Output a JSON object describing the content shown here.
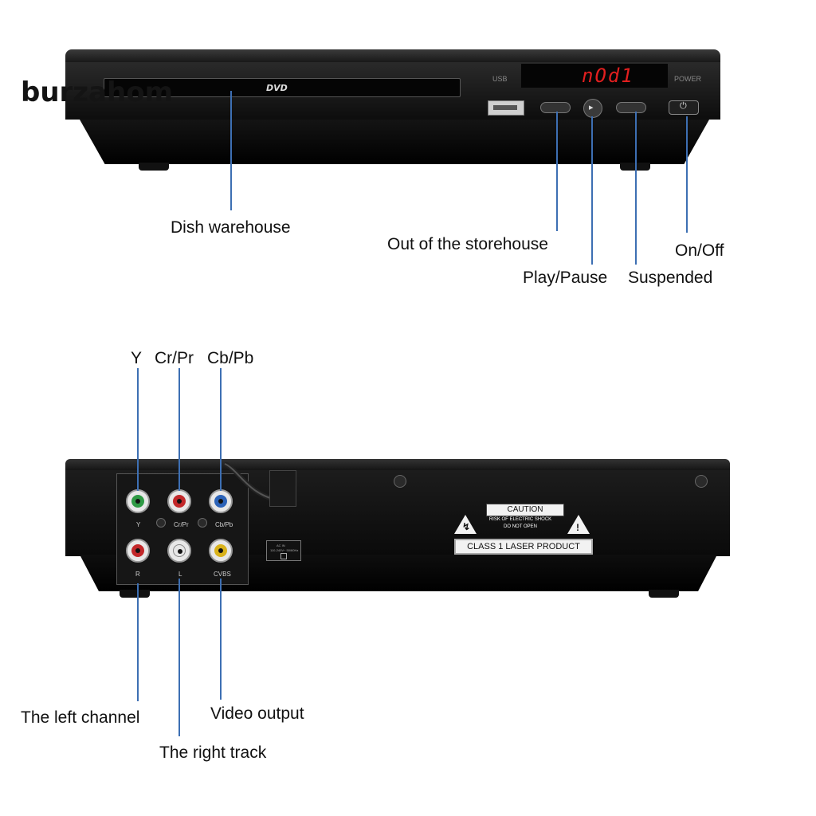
{
  "brand": "burzahom",
  "front": {
    "disc_logo": "DVD",
    "usb_label": "USB",
    "display_readout": "nOd1",
    "power_label": "POWER",
    "labels": {
      "dish_warehouse": "Dish warehouse",
      "out_of_storehouse": "Out of the storehouse",
      "play_pause": "Play/Pause",
      "suspended": "Suspended",
      "on_off": "On/Off"
    }
  },
  "back": {
    "top_labels": {
      "y": "Y",
      "cr_pr": "Cr/Pr",
      "cb_pb": "Cb/Pb"
    },
    "jack_labels": {
      "y": "Y",
      "cr_pr": "Cr/Pr",
      "cb_pb": "Cb/Pb",
      "r": "R",
      "l": "L",
      "cvbs": "CVBS"
    },
    "spec_text": [
      "AC IN",
      "110-240V~ 50/60Hz"
    ],
    "caution": {
      "title": "CAUTION",
      "line1": "RISK OF ELECTRIC SHOCK",
      "line2": "DO NOT OPEN",
      "laser": "CLASS 1 LASER PRODUCT"
    },
    "labels": {
      "left_channel": "The left channel",
      "right_track": "The right track",
      "video_output": "Video output"
    }
  },
  "colors": {
    "callout_line": "#3d6fb3",
    "jack_green": "#2f9a45",
    "jack_red": "#c2282a",
    "jack_blue": "#2c63b8",
    "jack_white": "#e6e6e6",
    "jack_yellow": "#d9b21a",
    "display_red": "#e21f1f"
  }
}
